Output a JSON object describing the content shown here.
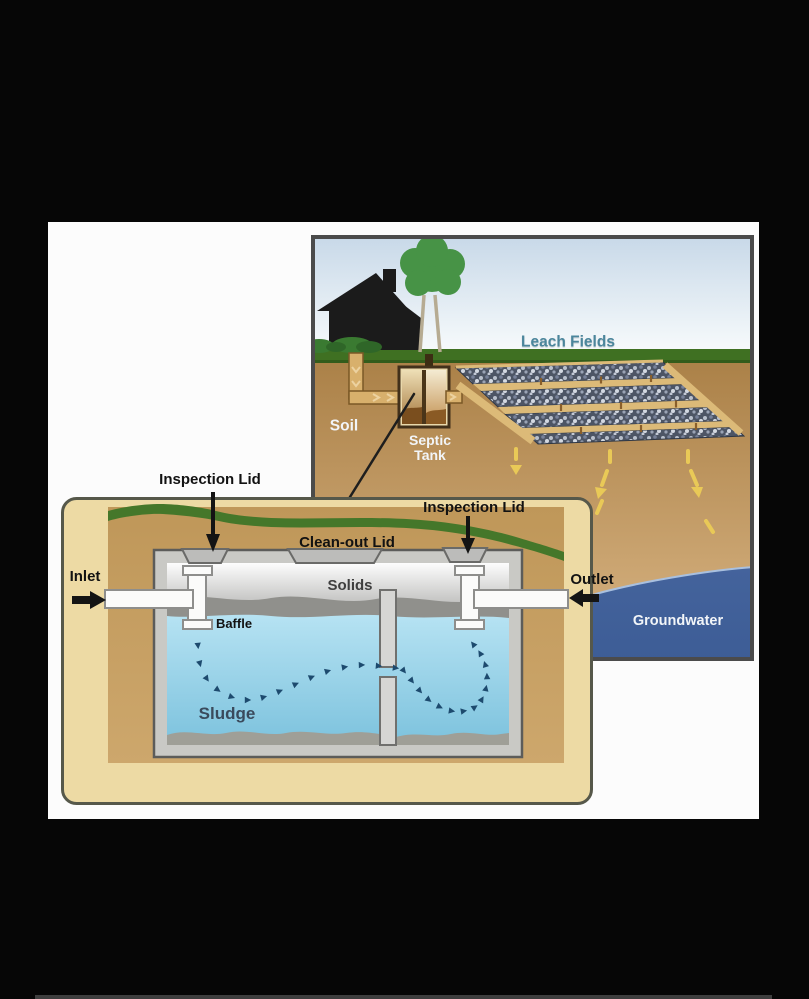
{
  "overview": {
    "labels": {
      "leach_fields": "Leach Fields",
      "soil": "Soil",
      "septic_tank_line1": "Septic",
      "septic_tank_line2": "Tank",
      "groundwater": "Groundwater"
    }
  },
  "tank_detail": {
    "labels": {
      "inspection_lid_left": "Inspection Lid",
      "inspection_lid_right": "Inspection Lid",
      "clean_out_lid": "Clean-out Lid",
      "inlet": "Inlet",
      "outlet": "Outlet",
      "baffle": "Baffle",
      "solids": "Solids",
      "sludge": "Sludge"
    }
  },
  "icons": {
    "inspection_arrow": "down-arrow",
    "inlet_arrow": "right-arrow",
    "outlet_arrow": "left-arrow",
    "flow_arrows": "dashed-flow-arrowheads",
    "percolation_arrows": "yellow-down-dashes"
  },
  "colors": {
    "background": "#060606",
    "canvas_white": "#fcfcfc",
    "sky_top": "#c7d8e8",
    "grass_green": "#3f7022",
    "soil_brown": "#b2884e",
    "groundwater_blue": "#44639c",
    "gravel_dark": "#4d5565",
    "trench_tan": "#dcba78",
    "detail_margin_tan": "#eddaa4",
    "detail_soil": "#c49c60",
    "concrete_gray": "#c9c9c5",
    "water_blue": "#8ecbe2",
    "sludge_gray": "#9f9f97",
    "flow_arrow_navy": "#1d4a6e",
    "percolation_yellow": "#e9c957",
    "leach_label_teal": "#4b869c",
    "label_black": "#121212"
  }
}
